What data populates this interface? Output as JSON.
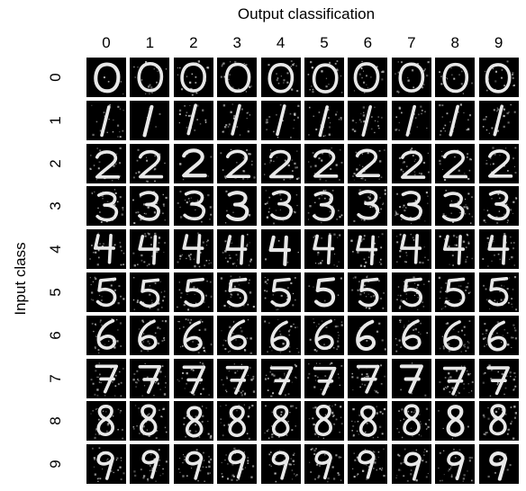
{
  "figure": {
    "x_axis_title": "Output classification",
    "y_axis_title": "Input class",
    "output_classes": [
      "0",
      "1",
      "2",
      "3",
      "4",
      "5",
      "6",
      "7",
      "8",
      "9"
    ],
    "input_classes": [
      "0",
      "1",
      "2",
      "3",
      "4",
      "5",
      "6",
      "7",
      "8",
      "9"
    ]
  },
  "colors": {
    "background": "#ffffff",
    "cell": "#000000",
    "stroke": "#e8e8e8",
    "noise": "#c8c8c8"
  }
}
